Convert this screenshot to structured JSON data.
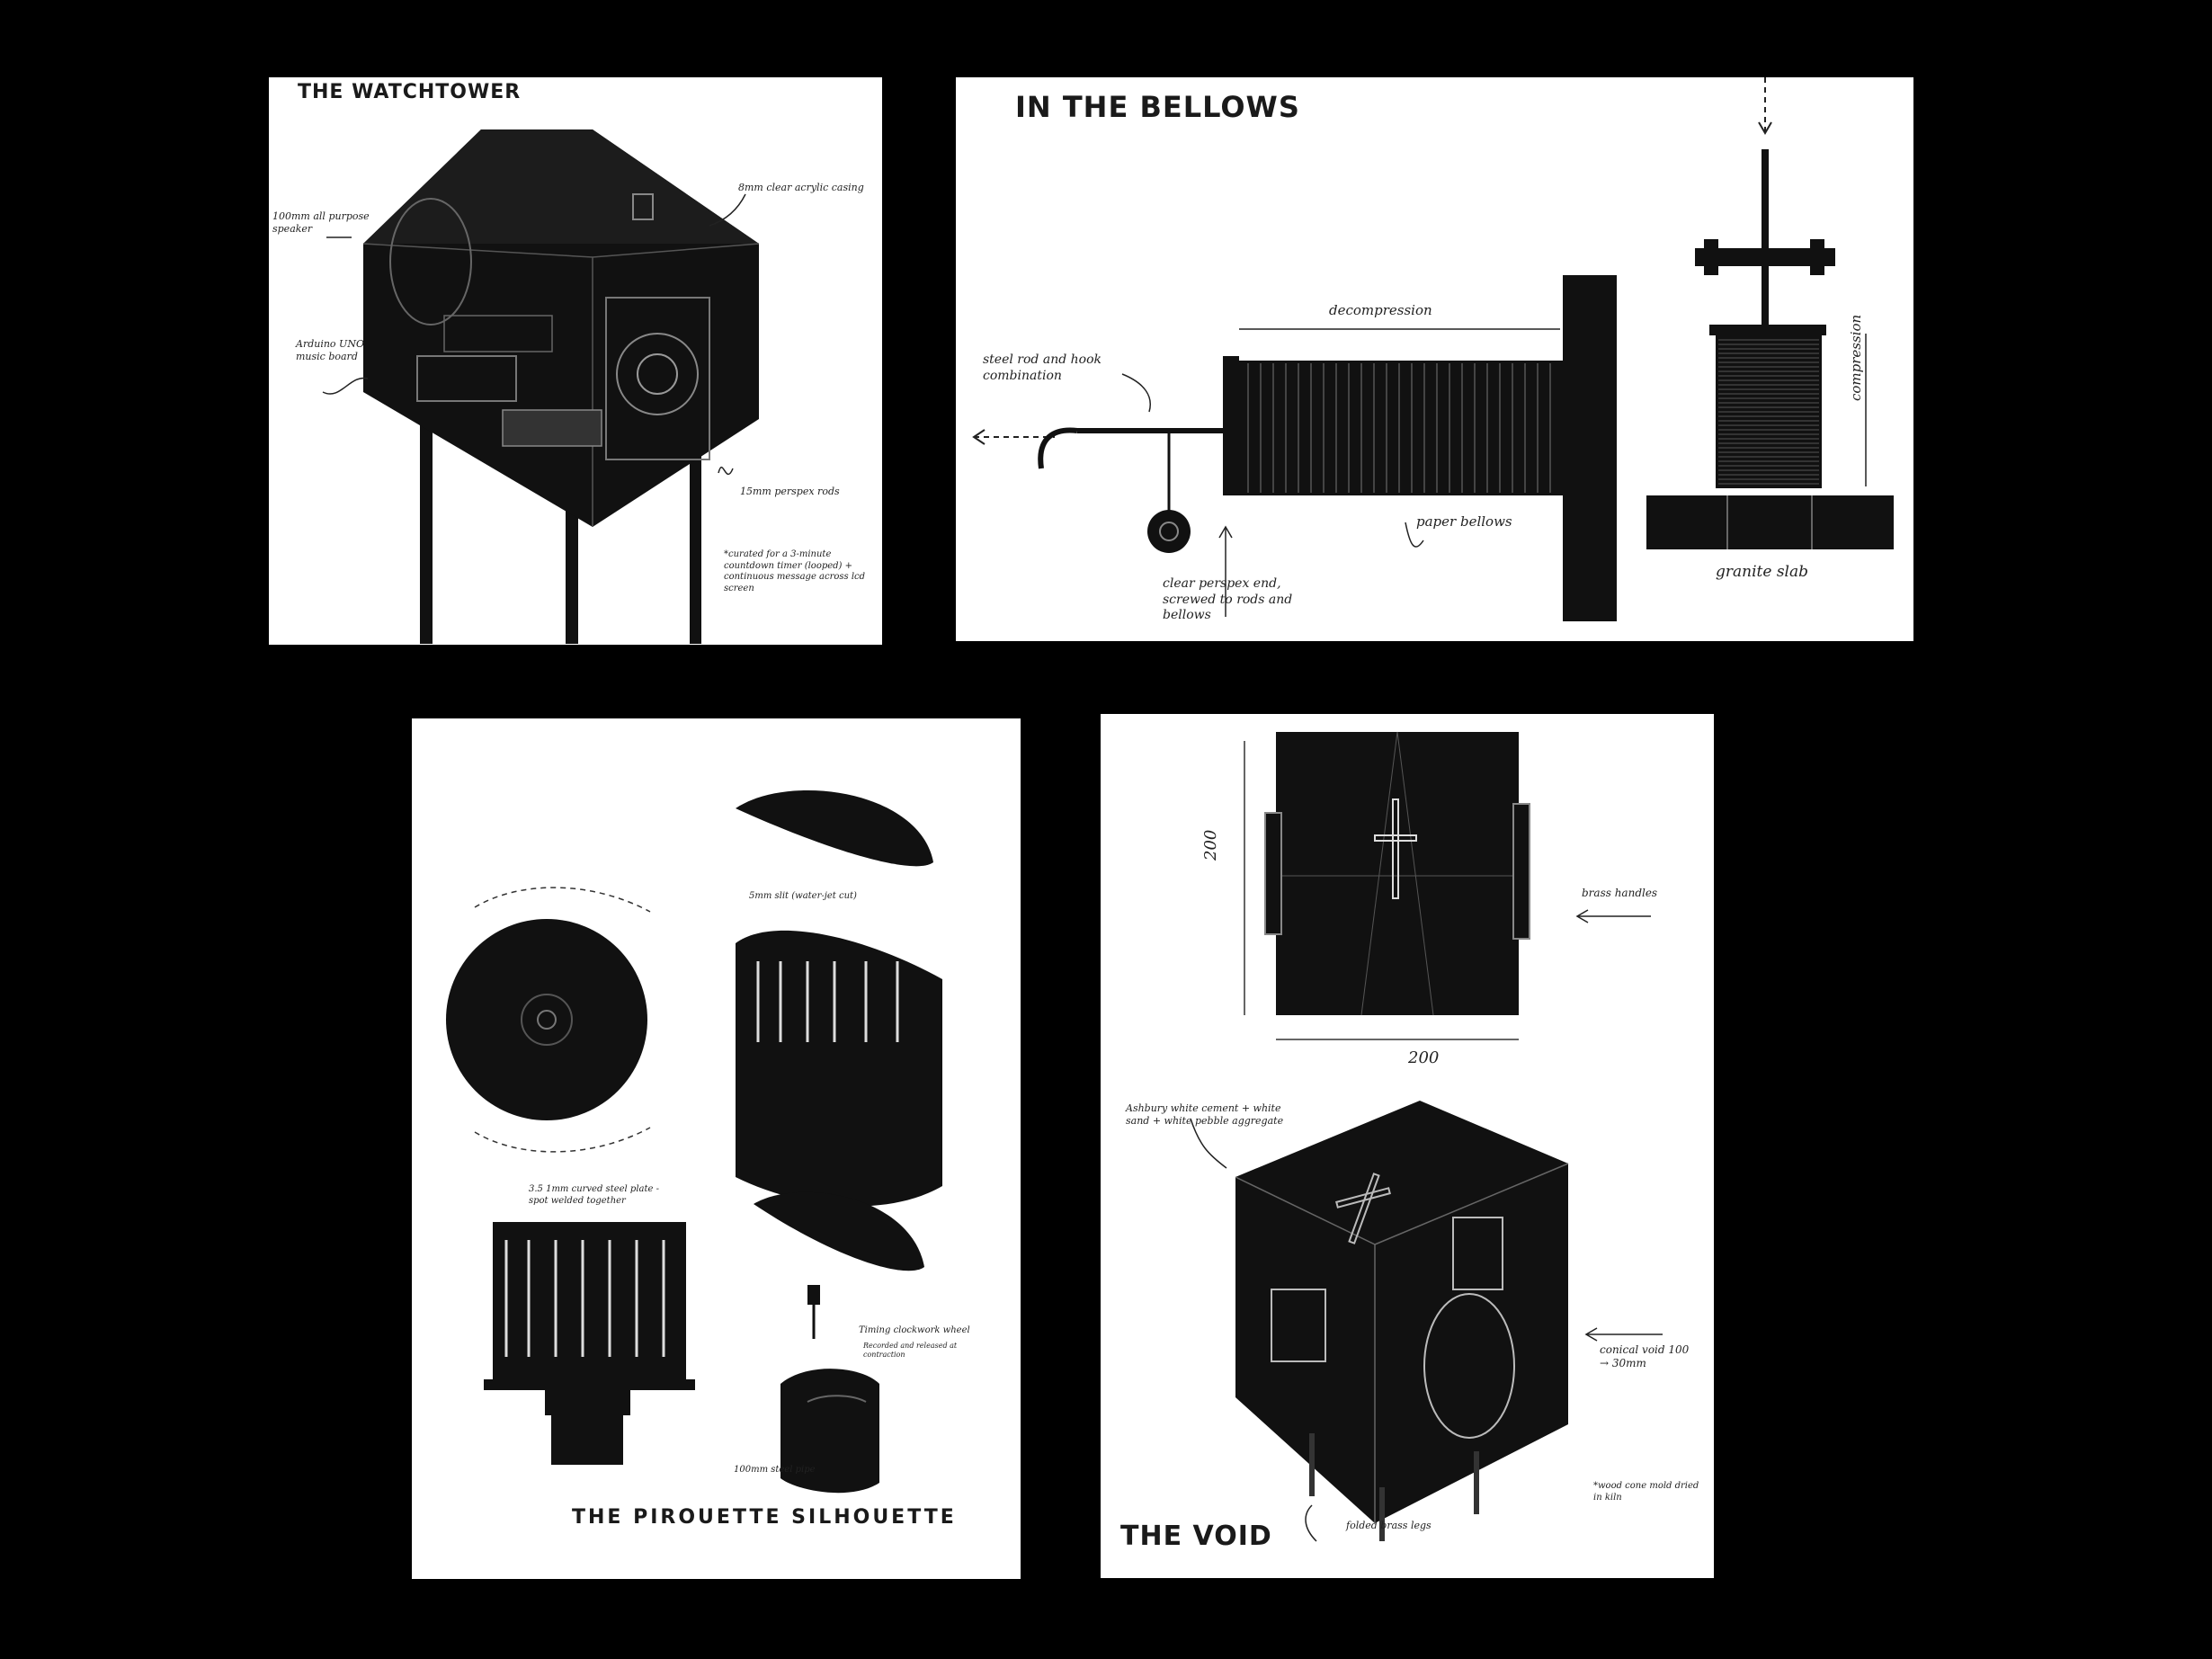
{
  "panels": {
    "watchtower": {
      "title": "THE WATCHTOWER",
      "notes": {
        "speaker": "100mm all purpose speaker",
        "arduino": "Arduino UNO music board",
        "casing": "8mm clear acrylic casing",
        "rods": "15mm perspex rods",
        "note": "*curated for a 3-minute countdown timer (looped) + continuous message across lcd screen"
      }
    },
    "bellows": {
      "title": "IN THE BELLOWS",
      "notes": {
        "decompression": "decompression",
        "steel_rod": "steel rod and hook combination",
        "paper_bellows": "paper bellows",
        "clear_perspex": "clear perspex end, screwed to rods and bellows",
        "compression": "compression",
        "granite": "granite slab"
      }
    },
    "pirouette": {
      "title": "THE PIROUETTE SILHOUETTE",
      "notes": {
        "slit": "5mm slit (water-jet cut)",
        "steel_plate": "3.5 1mm curved steel plate - spot welded together",
        "wheel": "Timing clockwork wheel",
        "wheel_sub": "Recorded and released at contraction",
        "pipe": "100mm steel pipe"
      }
    },
    "void": {
      "title": "THE VOID",
      "notes": {
        "dim_v": "200",
        "dim_h": "200",
        "handles": "brass handles",
        "cement": "Ashbury white cement + white sand + white pebble aggregate",
        "conical": "conical void 100 → 30mm",
        "legs": "folded brass legs",
        "mold": "*wood cone mold dried in kiln"
      }
    }
  },
  "colors": {
    "background": "#000000",
    "panel": "#ffffff",
    "ink": "#111111"
  }
}
